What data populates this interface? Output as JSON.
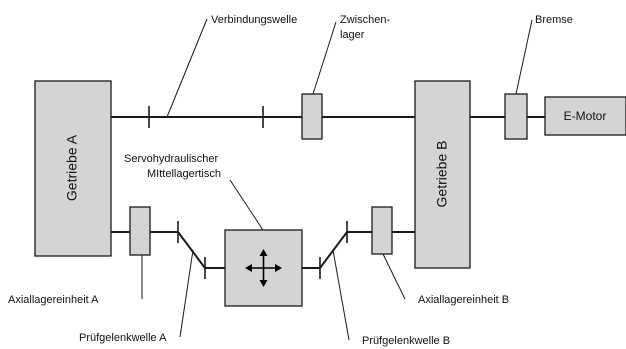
{
  "labels": {
    "gearbox_a": "Getriebe A",
    "gearbox_b": "Getriebe B",
    "e_motor": "E-Motor",
    "connecting_shaft": "Verbindungswelle",
    "intermediate_bearing_line1": "Zwischen-",
    "intermediate_bearing_line2": "lager",
    "brake": "Bremse",
    "servo_line1": "Servohydraulischer",
    "servo_line2": "MIttellagertisch",
    "axial_unit_a": "Axiallagereinheit A",
    "axial_unit_b": "Axiallagereinheit B",
    "test_shaft_a": "Prüfgelenkwelle A",
    "test_shaft_b": "Prüfgelenkwelle B"
  },
  "colors": {
    "box_fill": "#d4d4d4",
    "stroke": "#1a1a1a",
    "background": "#ffffff"
  },
  "icons": {
    "servo_table": "four-way-arrow-icon"
  }
}
